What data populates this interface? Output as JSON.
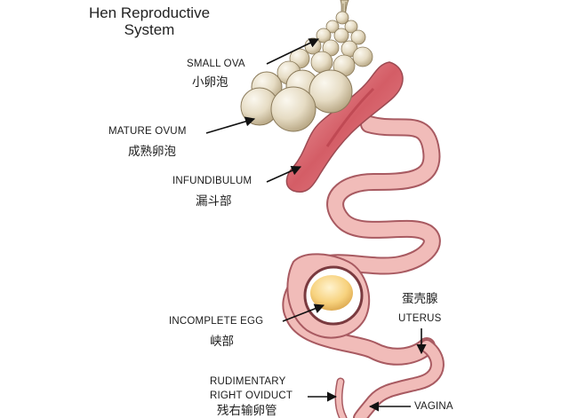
{
  "title": {
    "line1": "Hen Reproductive",
    "line2": "System"
  },
  "labels": {
    "small_ova": {
      "en": "SMALL OVA",
      "zh": "小卵泡"
    },
    "mature_ovum": {
      "en": "MATURE OVUM",
      "zh": "成熟卵泡"
    },
    "infundibulum": {
      "en": "INFUNDIBULUM",
      "zh": "漏斗部"
    },
    "incomplete_egg": {
      "en": "INCOMPLETE EGG",
      "zh": "峡部"
    },
    "uterus": {
      "en": "UTERUS",
      "zh": "蛋壳腺"
    },
    "rudimentary_oviduct": {
      "en_line1": "RUDIMENTARY",
      "en_line2": "RIGHT OVIDUCT",
      "zh": "残右输卵管"
    },
    "vagina": {
      "en": "VAGINA"
    }
  },
  "colors": {
    "follicle": "#e6dcc4",
    "oviduct": "#f0b7b5",
    "infundibulum": "#d86a6f",
    "yolk": "#f5cb77",
    "outline": "#5a3a3a"
  }
}
